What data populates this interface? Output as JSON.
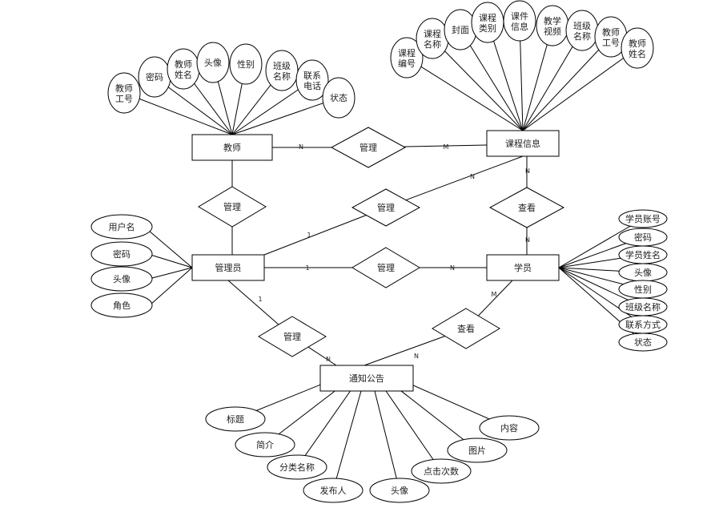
{
  "entities": [
    {
      "id": "teacher",
      "label": "教师"
    },
    {
      "id": "course",
      "label": "课程信息"
    },
    {
      "id": "admin",
      "label": "管理员"
    },
    {
      "id": "student",
      "label": "学员"
    },
    {
      "id": "notice",
      "label": "通知公告"
    }
  ],
  "relationships": [
    {
      "id": "r_teacher_course",
      "label": "管理",
      "from": "teacher",
      "to": "course",
      "card_from": "N",
      "card_to": "M"
    },
    {
      "id": "r_admin_teacher",
      "label": "管理",
      "from": "admin",
      "to": "teacher"
    },
    {
      "id": "r_admin_course",
      "label": "管理",
      "from": "admin",
      "to": "course",
      "card_from": "1",
      "card_to": "N"
    },
    {
      "id": "r_student_course",
      "label": "查看",
      "from": "student",
      "to": "course",
      "card_from": "N",
      "card_to": "N"
    },
    {
      "id": "r_admin_student",
      "label": "管理",
      "from": "admin",
      "to": "student",
      "card_from": "1",
      "card_to": "N"
    },
    {
      "id": "r_admin_notice",
      "label": "管理",
      "from": "admin",
      "to": "notice",
      "card_from": "1",
      "card_to": "N"
    },
    {
      "id": "r_student_notice",
      "label": "查看",
      "from": "student",
      "to": "notice",
      "card_from": "M",
      "card_to": "N"
    }
  ],
  "attributes": {
    "teacher": [
      "教师工号",
      "密码",
      "教师姓名",
      "头像",
      "性别",
      "班级名称",
      "联系电话",
      "状态"
    ],
    "course": [
      "课程编号",
      "课程名称",
      "封面",
      "课程类别",
      "课件信息",
      "教学视频",
      "班级名称",
      "教师工号",
      "教师姓名"
    ],
    "admin": [
      "用户名",
      "密码",
      "头像",
      "角色"
    ],
    "student": [
      "学员账号",
      "密码",
      "学员姓名",
      "头像",
      "性别",
      "班级名称",
      "联系方式",
      "状态"
    ],
    "notice": [
      "标题",
      "简介",
      "分类名称",
      "发布人",
      "头像",
      "点击次数",
      "图片",
      "内容"
    ]
  }
}
